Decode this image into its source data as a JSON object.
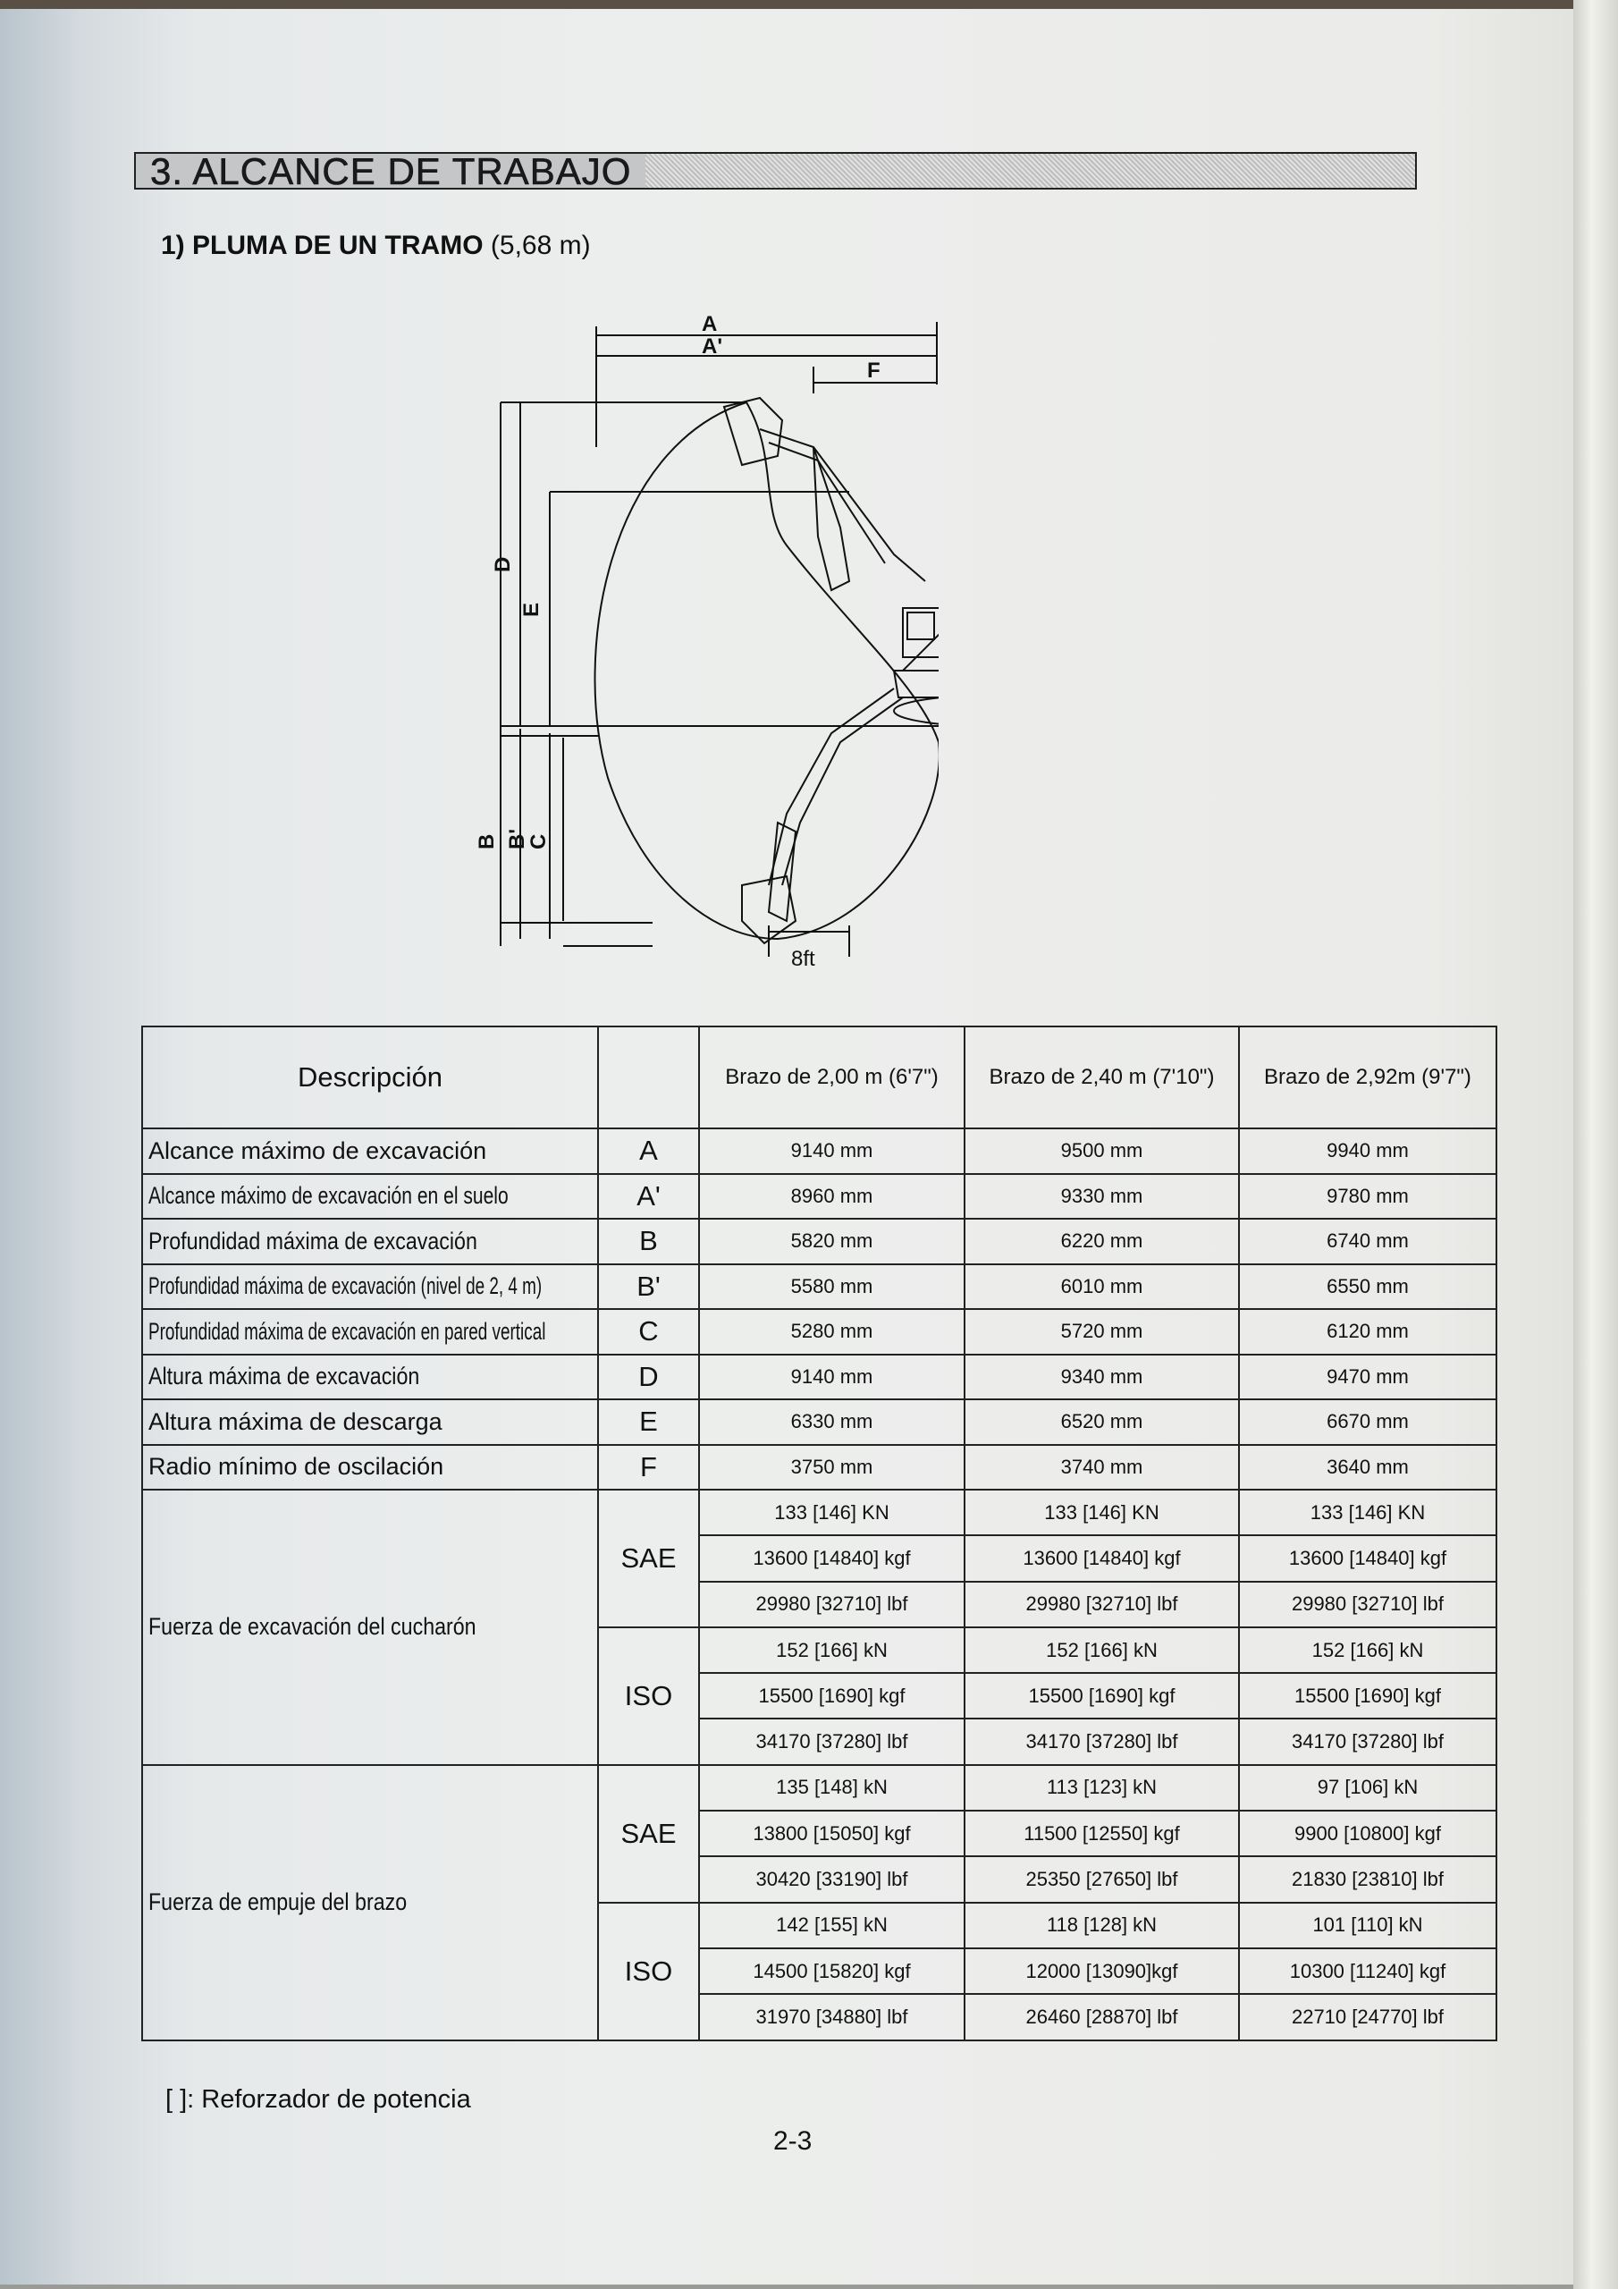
{
  "section_title": "3. ALCANCE DE TRABAJO",
  "subtitle": {
    "bold": "1) PLUMA DE UN TRAMO",
    "normal": "(5,68 m)"
  },
  "figure_labels": {
    "A": "A",
    "A_prime": "A'",
    "F": "F",
    "D": "D",
    "E": "E",
    "B": "B",
    "B_prime": "B'",
    "C": "C",
    "eight_ft": "8ft"
  },
  "table": {
    "header": {
      "description": "Descripción",
      "col1": "Brazo de 2,00 m (6'7\")",
      "col2": "Brazo de 2,40 m (7'10\")",
      "col3": "Brazo de 2,92m (9'7\")"
    },
    "rows": [
      {
        "desc": "Alcance máximo de excavación",
        "code": "A",
        "v": [
          "9140 mm",
          "9500 mm",
          "9940 mm"
        ]
      },
      {
        "desc": "Alcance máximo de excavación en el suelo",
        "code": "A'",
        "v": [
          "8960 mm",
          "9330 mm",
          "9780 mm"
        ]
      },
      {
        "desc": "Profundidad máxima de excavación",
        "code": "B",
        "v": [
          "5820 mm",
          "6220 mm",
          "6740 mm"
        ]
      },
      {
        "desc": "Profundidad máxima de excavación (nivel de 2, 4 m)",
        "code": "B'",
        "v": [
          "5580 mm",
          "6010 mm",
          "6550 mm"
        ]
      },
      {
        "desc": "Profundidad máxima de excavación en pared vertical",
        "code": "C",
        "v": [
          "5280 mm",
          "5720 mm",
          "6120 mm"
        ]
      },
      {
        "desc": "Altura máxima de excavación",
        "code": "D",
        "v": [
          "9140 mm",
          "9340 mm",
          "9470 mm"
        ]
      },
      {
        "desc": "Altura máxima de descarga",
        "code": "E",
        "v": [
          "6330 mm",
          "6520 mm",
          "6670 mm"
        ]
      },
      {
        "desc": "Radio mínimo de oscilación",
        "code": "F",
        "v": [
          "3750 mm",
          "3740 mm",
          "3640 mm"
        ]
      }
    ],
    "bucket_force": {
      "desc": "Fuerza de excavación del cucharón",
      "sae_label": "SAE",
      "iso_label": "ISO",
      "sae": [
        [
          "133 [146] KN",
          "133 [146] KN",
          "133 [146] KN"
        ],
        [
          "13600 [14840] kgf",
          "13600 [14840] kgf",
          "13600 [14840] kgf"
        ],
        [
          "29980 [32710] lbf",
          "29980 [32710] lbf",
          "29980 [32710] lbf"
        ]
      ],
      "iso": [
        [
          "152 [166] kN",
          "152 [166] kN",
          "152 [166] kN"
        ],
        [
          "15500 [1690] kgf",
          "15500 [1690] kgf",
          "15500 [1690] kgf"
        ],
        [
          "34170 [37280] lbf",
          "34170 [37280] lbf",
          "34170 [37280] lbf"
        ]
      ]
    },
    "arm_force": {
      "desc": "Fuerza de empuje del brazo",
      "sae_label": "SAE",
      "iso_label": "ISO",
      "sae": [
        [
          "135 [148] kN",
          "113 [123] kN",
          "97  [106] kN"
        ],
        [
          "13800 [15050] kgf",
          "11500 [12550] kgf",
          "9900 [10800] kgf"
        ],
        [
          "30420 [33190] lbf",
          "25350 [27650] lbf",
          "21830 [23810] lbf"
        ]
      ],
      "iso": [
        [
          "142 [155] kN",
          "118 [128] kN",
          "101 [110] kN"
        ],
        [
          "14500 [15820] kgf",
          "12000 [13090]kgf",
          "10300 [11240] kgf"
        ],
        [
          "31970 [34880] lbf",
          "26460 [28870] lbf",
          "22710 [24770] lbf"
        ]
      ]
    }
  },
  "footnote": "[ ]: Reforzador de potencia",
  "page_number": "2-3"
}
